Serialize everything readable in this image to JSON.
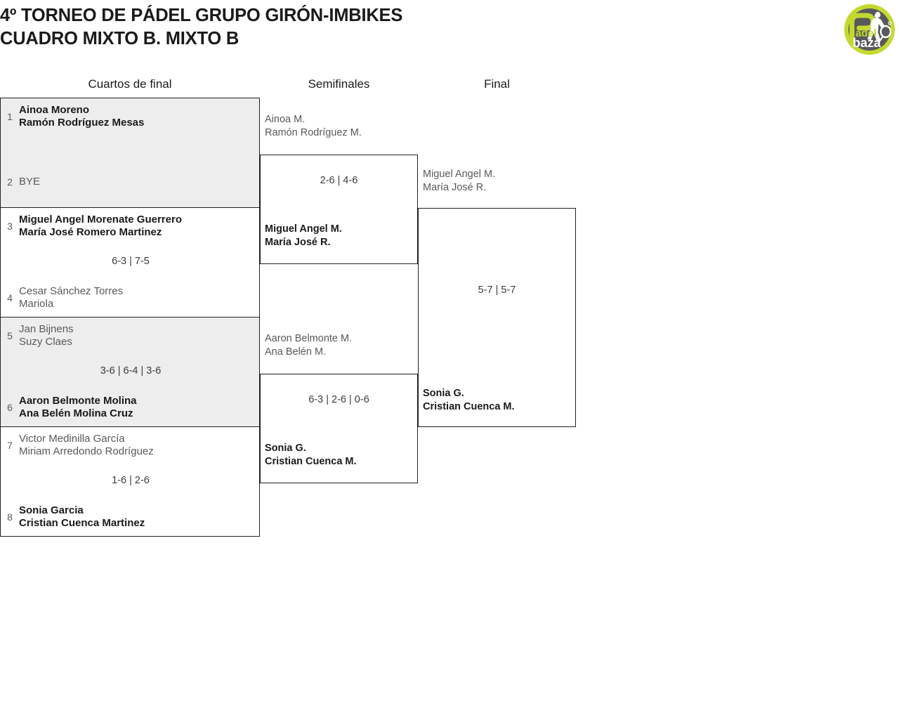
{
  "header": {
    "title_line_1": "4º TORNEO DE PÁDEL GRUPO GIRÓN-IMBIKES",
    "title_line_2": "CUADRO MIXTO B. MIXTO B"
  },
  "logo": {
    "name": "padel-baza-logo",
    "text_top": "adel",
    "text_bottom": "baza",
    "ring_color": "#c3d930",
    "circle_color": "#58595b",
    "text_bottom_color": "#ffffff"
  },
  "rounds": {
    "quarterfinals_label": "Cuartos de final",
    "semifinals_label": "Semifinales",
    "final_label": "Final"
  },
  "quarterfinals": [
    {
      "shaded": true,
      "top": {
        "seed": "1",
        "player_1": "Ainoa Moreno",
        "player_2": "Ramón Rodríguez Mesas",
        "winner": true
      },
      "bottom": {
        "seed": "2",
        "player_1": "BYE",
        "player_2": "",
        "winner": false
      },
      "score": ""
    },
    {
      "shaded": false,
      "top": {
        "seed": "3",
        "player_1": "Miguel Angel Morenate Guerrero",
        "player_2": "María José Romero Martinez",
        "winner": true
      },
      "bottom": {
        "seed": "4",
        "player_1": "Cesar Sánchez Torres",
        "player_2": "Mariola",
        "winner": false
      },
      "score": "6-3 | 7-5"
    },
    {
      "shaded": true,
      "top": {
        "seed": "5",
        "player_1": "Jan Bijnens",
        "player_2": "Suzy Claes",
        "winner": false
      },
      "bottom": {
        "seed": "6",
        "player_1": "Aaron Belmonte Molina",
        "player_2": "Ana Belén Molina Cruz",
        "winner": true
      },
      "score": "3-6 | 6-4 | 3-6"
    },
    {
      "shaded": false,
      "top": {
        "seed": "7",
        "player_1": "Victor Medinilla García",
        "player_2": "Miriam Arredondo Rodríguez",
        "winner": false
      },
      "bottom": {
        "seed": "8",
        "player_1": "Sonia Garcia",
        "player_2": "Cristian Cuenca Martinez",
        "winner": true
      },
      "score": "1-6 | 2-6"
    }
  ],
  "semifinals": [
    {
      "top": {
        "player_1": "Ainoa M.",
        "player_2": "Ramón Rodríguez M.",
        "winner": false
      },
      "bottom": {
        "player_1": "Miguel Angel M.",
        "player_2": "María José R.",
        "winner": true
      },
      "score": "2-6 | 4-6"
    },
    {
      "top": {
        "player_1": "Aaron Belmonte M.",
        "player_2": "Ana Belén M.",
        "winner": false
      },
      "bottom": {
        "player_1": "Sonia G.",
        "player_2": "Cristian Cuenca M.",
        "winner": true
      },
      "score": "6-3 | 2-6 | 0-6"
    }
  ],
  "final": {
    "top": {
      "player_1": "Miguel Angel M.",
      "player_2": "María José R.",
      "winner": false
    },
    "bottom": {
      "player_1": "Sonia G.",
      "player_2": "Cristian Cuenca M.",
      "winner": true
    },
    "score": "5-7 | 5-7"
  }
}
